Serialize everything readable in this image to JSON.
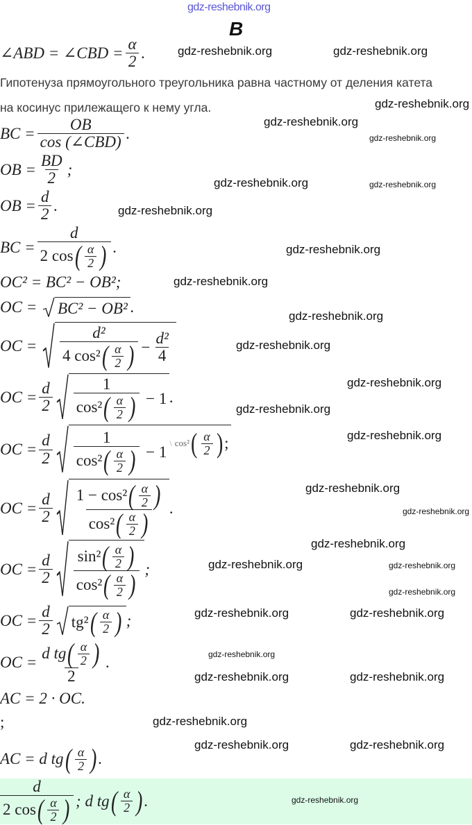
{
  "watermark": "gdz-reshebnik.org",
  "header_watermark": "gdz-reshebnik.org",
  "variant_letter": "B",
  "c": {
    "alpha": "α",
    "two": "2",
    "d": "d",
    "dot": ".",
    "semi": ";",
    "eq": "=",
    "minus": "−",
    "one": "1",
    "cos2": "cos²",
    "d2": "d²"
  },
  "f1": {
    "lhs": "∠ABD = ∠CBD =",
    "tail": "."
  },
  "text": {
    "line1": "Гипотенуза прямоугольного треугольника равна частному от деления катета",
    "line2": "на косинус прилежащего к нему угла."
  },
  "f2": {
    "lhs": "BC =",
    "num": "OB",
    "den": "cos (∠CBD)",
    "tail": "."
  },
  "f3": {
    "lhs": "OB =",
    "num": "BD",
    "tail": ";"
  },
  "f4": {
    "lhs": "OB =",
    "tail": "."
  },
  "f5": {
    "lhs": "BC =",
    "den_pre": "2 cos",
    "tail": "."
  },
  "f6": {
    "text": "OC² = BC² − OB²;"
  },
  "f7": {
    "lhs": "OC =",
    "radicand": "BC² − OB²",
    "tail": "."
  },
  "f8": {
    "lhs": "OC =",
    "den_pre": "4 cos²"
  },
  "f9": {
    "lhs": "OC =",
    "tail": "."
  },
  "f10": {
    "lhs": "OC =",
    "glitch": "\\",
    "tail": ";"
  },
  "f11": {
    "lhs": "OC =",
    "num_pre": "1 − cos²",
    "tail": "."
  },
  "f12": {
    "lhs": "OC =",
    "num_pre": "sin²",
    "tail": ";"
  },
  "f13": {
    "lhs": "OC =",
    "inner": "tg²",
    "tail": ";"
  },
  "f14": {
    "lhs": "OC =",
    "num_pre": "d tg",
    "tail": "."
  },
  "f15": {
    "text": "AC = 2 · OC."
  },
  "f15b": {
    "text": ";"
  },
  "f16": {
    "lhs": "AC = d tg",
    "tail": "."
  },
  "answer": {
    "mid": "; d tg",
    "tail": "."
  },
  "colors": {
    "answer_bg": "#dcfce8",
    "header_watermark": "#5a55d6"
  }
}
